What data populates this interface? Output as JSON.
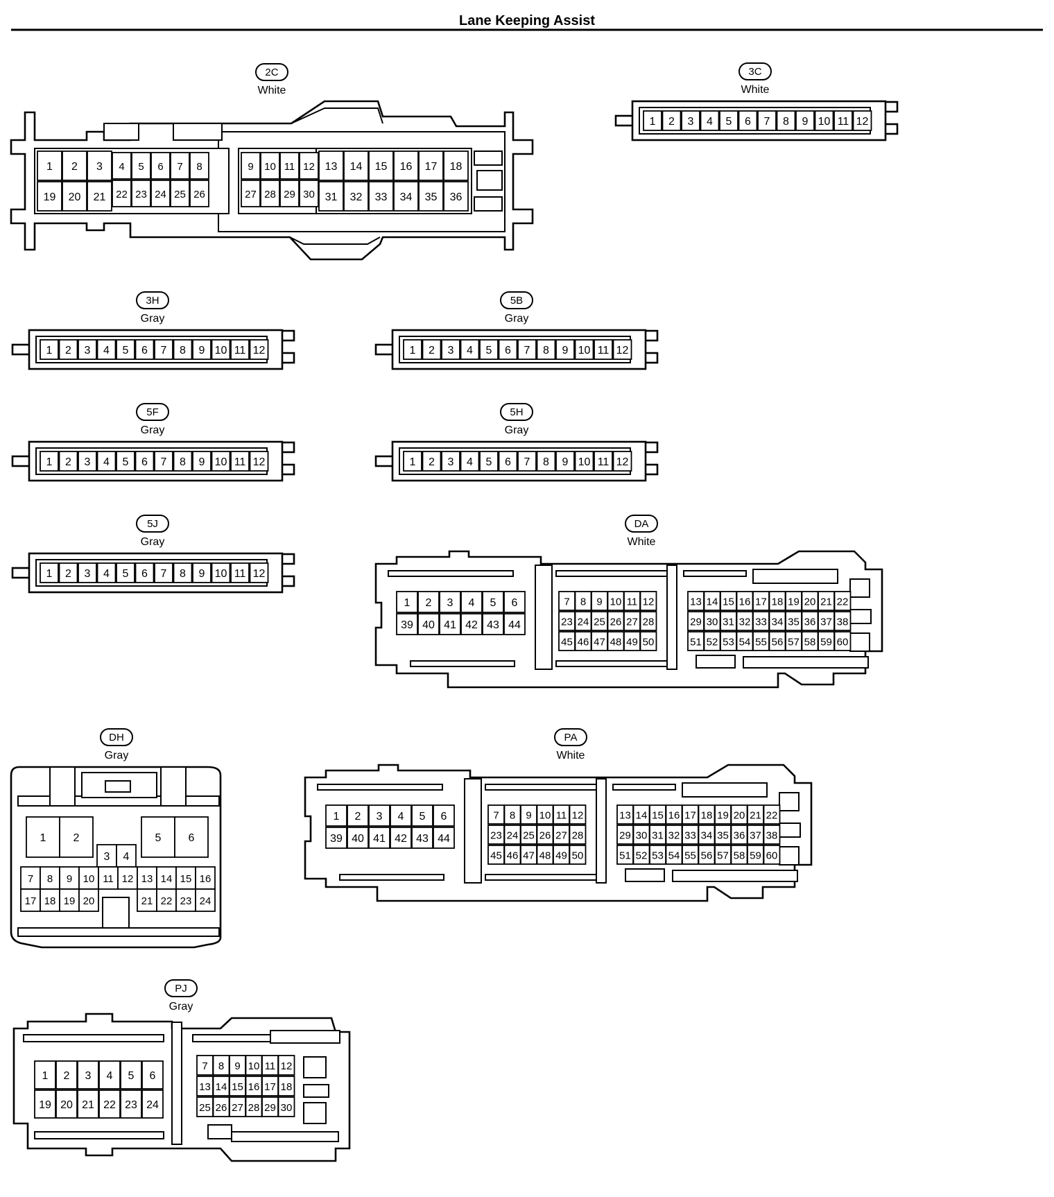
{
  "title": "Lane Keeping Assist",
  "connectors": [
    {
      "id": "2C",
      "color": "White",
      "type": "c2c",
      "pins": [
        {
          "n": "1"
        },
        {
          "n": "2"
        },
        {
          "n": "3"
        },
        {
          "n": "4"
        },
        {
          "n": "5"
        },
        {
          "n": "6"
        },
        {
          "n": "7"
        },
        {
          "n": "8"
        },
        {
          "n": "9"
        },
        {
          "n": "10"
        },
        {
          "n": "11"
        },
        {
          "n": "12"
        },
        {
          "n": "13"
        },
        {
          "n": "14"
        },
        {
          "n": "15"
        },
        {
          "n": "16"
        },
        {
          "n": "17"
        },
        {
          "n": "18"
        },
        {
          "n": "19"
        },
        {
          "n": "20"
        },
        {
          "n": "21"
        },
        {
          "n": "22"
        },
        {
          "n": "23"
        },
        {
          "n": "24"
        },
        {
          "n": "25"
        },
        {
          "n": "26"
        },
        {
          "n": "27"
        },
        {
          "n": "28"
        },
        {
          "n": "29"
        },
        {
          "n": "30"
        },
        {
          "n": "31"
        },
        {
          "n": "32"
        },
        {
          "n": "33"
        },
        {
          "n": "34"
        },
        {
          "n": "35"
        },
        {
          "n": "36"
        }
      ]
    },
    {
      "id": "3C",
      "color": "White",
      "type": "strip12",
      "pins": [
        "1",
        "2",
        "3",
        "4",
        "5",
        "6",
        "7",
        "8",
        "9",
        "10",
        "11",
        "12"
      ]
    },
    {
      "id": "3H",
      "color": "Gray",
      "type": "strip12",
      "pins": [
        "1",
        "2",
        "3",
        "4",
        "5",
        "6",
        "7",
        "8",
        "9",
        "10",
        "11",
        "12"
      ]
    },
    {
      "id": "5B",
      "color": "Gray",
      "type": "strip12",
      "pins": [
        "1",
        "2",
        "3",
        "4",
        "5",
        "6",
        "7",
        "8",
        "9",
        "10",
        "11",
        "12"
      ]
    },
    {
      "id": "5F",
      "color": "Gray",
      "type": "strip12",
      "pins": [
        "1",
        "2",
        "3",
        "4",
        "5",
        "6",
        "7",
        "8",
        "9",
        "10",
        "11",
        "12"
      ]
    },
    {
      "id": "5H",
      "color": "Gray",
      "type": "strip12",
      "pins": [
        "1",
        "2",
        "3",
        "4",
        "5",
        "6",
        "7",
        "8",
        "9",
        "10",
        "11",
        "12"
      ]
    },
    {
      "id": "5J",
      "color": "Gray",
      "type": "strip12",
      "pins": [
        "1",
        "2",
        "3",
        "4",
        "5",
        "6",
        "7",
        "8",
        "9",
        "10",
        "11",
        "12"
      ]
    },
    {
      "id": "DA",
      "color": "White",
      "type": "ecu60",
      "blockA": [
        [
          "1",
          "2",
          "3",
          "4",
          "5",
          "6"
        ],
        [
          "39",
          "40",
          "41",
          "42",
          "43",
          "44"
        ]
      ],
      "blockB": [
        [
          "7",
          "8",
          "9",
          "10",
          "11",
          "12"
        ],
        [
          "23",
          "24",
          "25",
          "26",
          "27",
          "28"
        ],
        [
          "45",
          "46",
          "47",
          "48",
          "49",
          "50"
        ]
      ],
      "blockC": [
        [
          "13",
          "14",
          "15",
          "16",
          "17",
          "18",
          "19",
          "20",
          "21",
          "22"
        ],
        [
          "29",
          "30",
          "31",
          "32",
          "33",
          "34",
          "35",
          "36",
          "37",
          "38"
        ],
        [
          "51",
          "52",
          "53",
          "54",
          "55",
          "56",
          "57",
          "58",
          "59",
          "60"
        ]
      ]
    },
    {
      "id": "DH",
      "color": "Gray",
      "type": "dh24",
      "pins": [
        "1",
        "2",
        "3",
        "4",
        "5",
        "6",
        "7",
        "8",
        "9",
        "10",
        "11",
        "12",
        "13",
        "14",
        "15",
        "16",
        "17",
        "18",
        "19",
        "20",
        "21",
        "22",
        "23",
        "24"
      ]
    },
    {
      "id": "PA",
      "color": "White",
      "type": "ecu60",
      "blockA": [
        [
          "1",
          "2",
          "3",
          "4",
          "5",
          "6"
        ],
        [
          "39",
          "40",
          "41",
          "42",
          "43",
          "44"
        ]
      ],
      "blockB": [
        [
          "7",
          "8",
          "9",
          "10",
          "11",
          "12"
        ],
        [
          "23",
          "24",
          "25",
          "26",
          "27",
          "28"
        ],
        [
          "45",
          "46",
          "47",
          "48",
          "49",
          "50"
        ]
      ],
      "blockC": [
        [
          "13",
          "14",
          "15",
          "16",
          "17",
          "18",
          "19",
          "20",
          "21",
          "22"
        ],
        [
          "29",
          "30",
          "31",
          "32",
          "33",
          "34",
          "35",
          "36",
          "37",
          "38"
        ],
        [
          "51",
          "52",
          "53",
          "54",
          "55",
          "56",
          "57",
          "58",
          "59",
          "60"
        ]
      ]
    },
    {
      "id": "PJ",
      "color": "Gray",
      "type": "ecu30",
      "blockA": [
        [
          "1",
          "2",
          "3",
          "4",
          "5",
          "6"
        ],
        [
          "19",
          "20",
          "21",
          "22",
          "23",
          "24"
        ]
      ],
      "blockB": [
        [
          "7",
          "8",
          "9",
          "10",
          "11",
          "12"
        ],
        [
          "13",
          "14",
          "15",
          "16",
          "17",
          "18"
        ],
        [
          "25",
          "26",
          "27",
          "28",
          "29",
          "30"
        ]
      ]
    }
  ]
}
